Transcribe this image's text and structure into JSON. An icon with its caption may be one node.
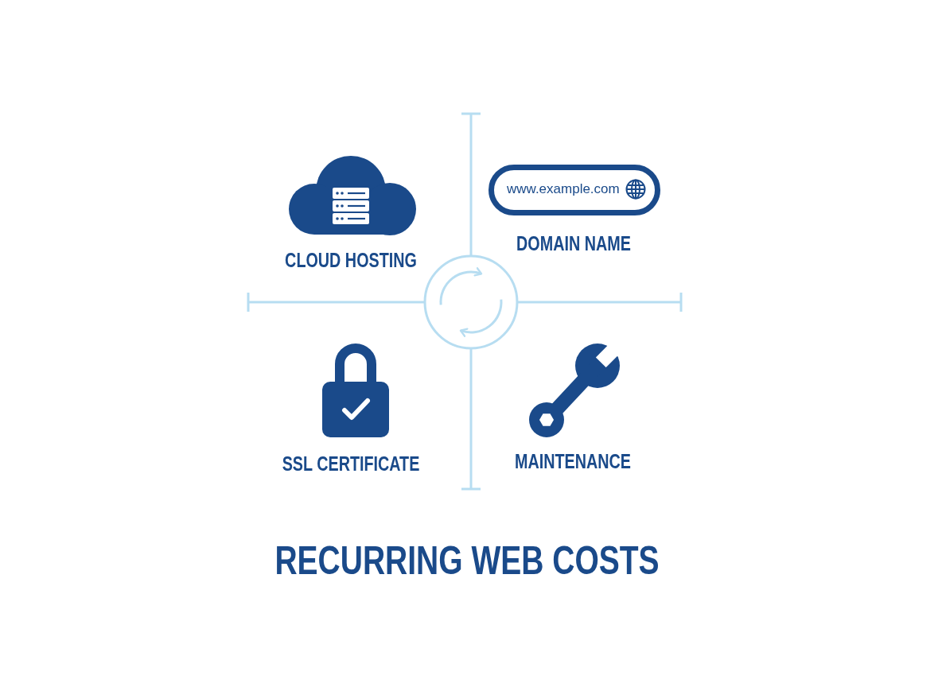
{
  "diagram": {
    "title": "RECURRING WEB COSTS",
    "nodes": [
      {
        "text": [
          "www.example.com"
        ],
        "beside": [
          "DOMAIN NAME"
        ]
      }
    ],
    "labels": [
      "CLOUD HOSTING",
      "SSL CERTIFICATE",
      "MAINTENANCE"
    ]
  }
}
